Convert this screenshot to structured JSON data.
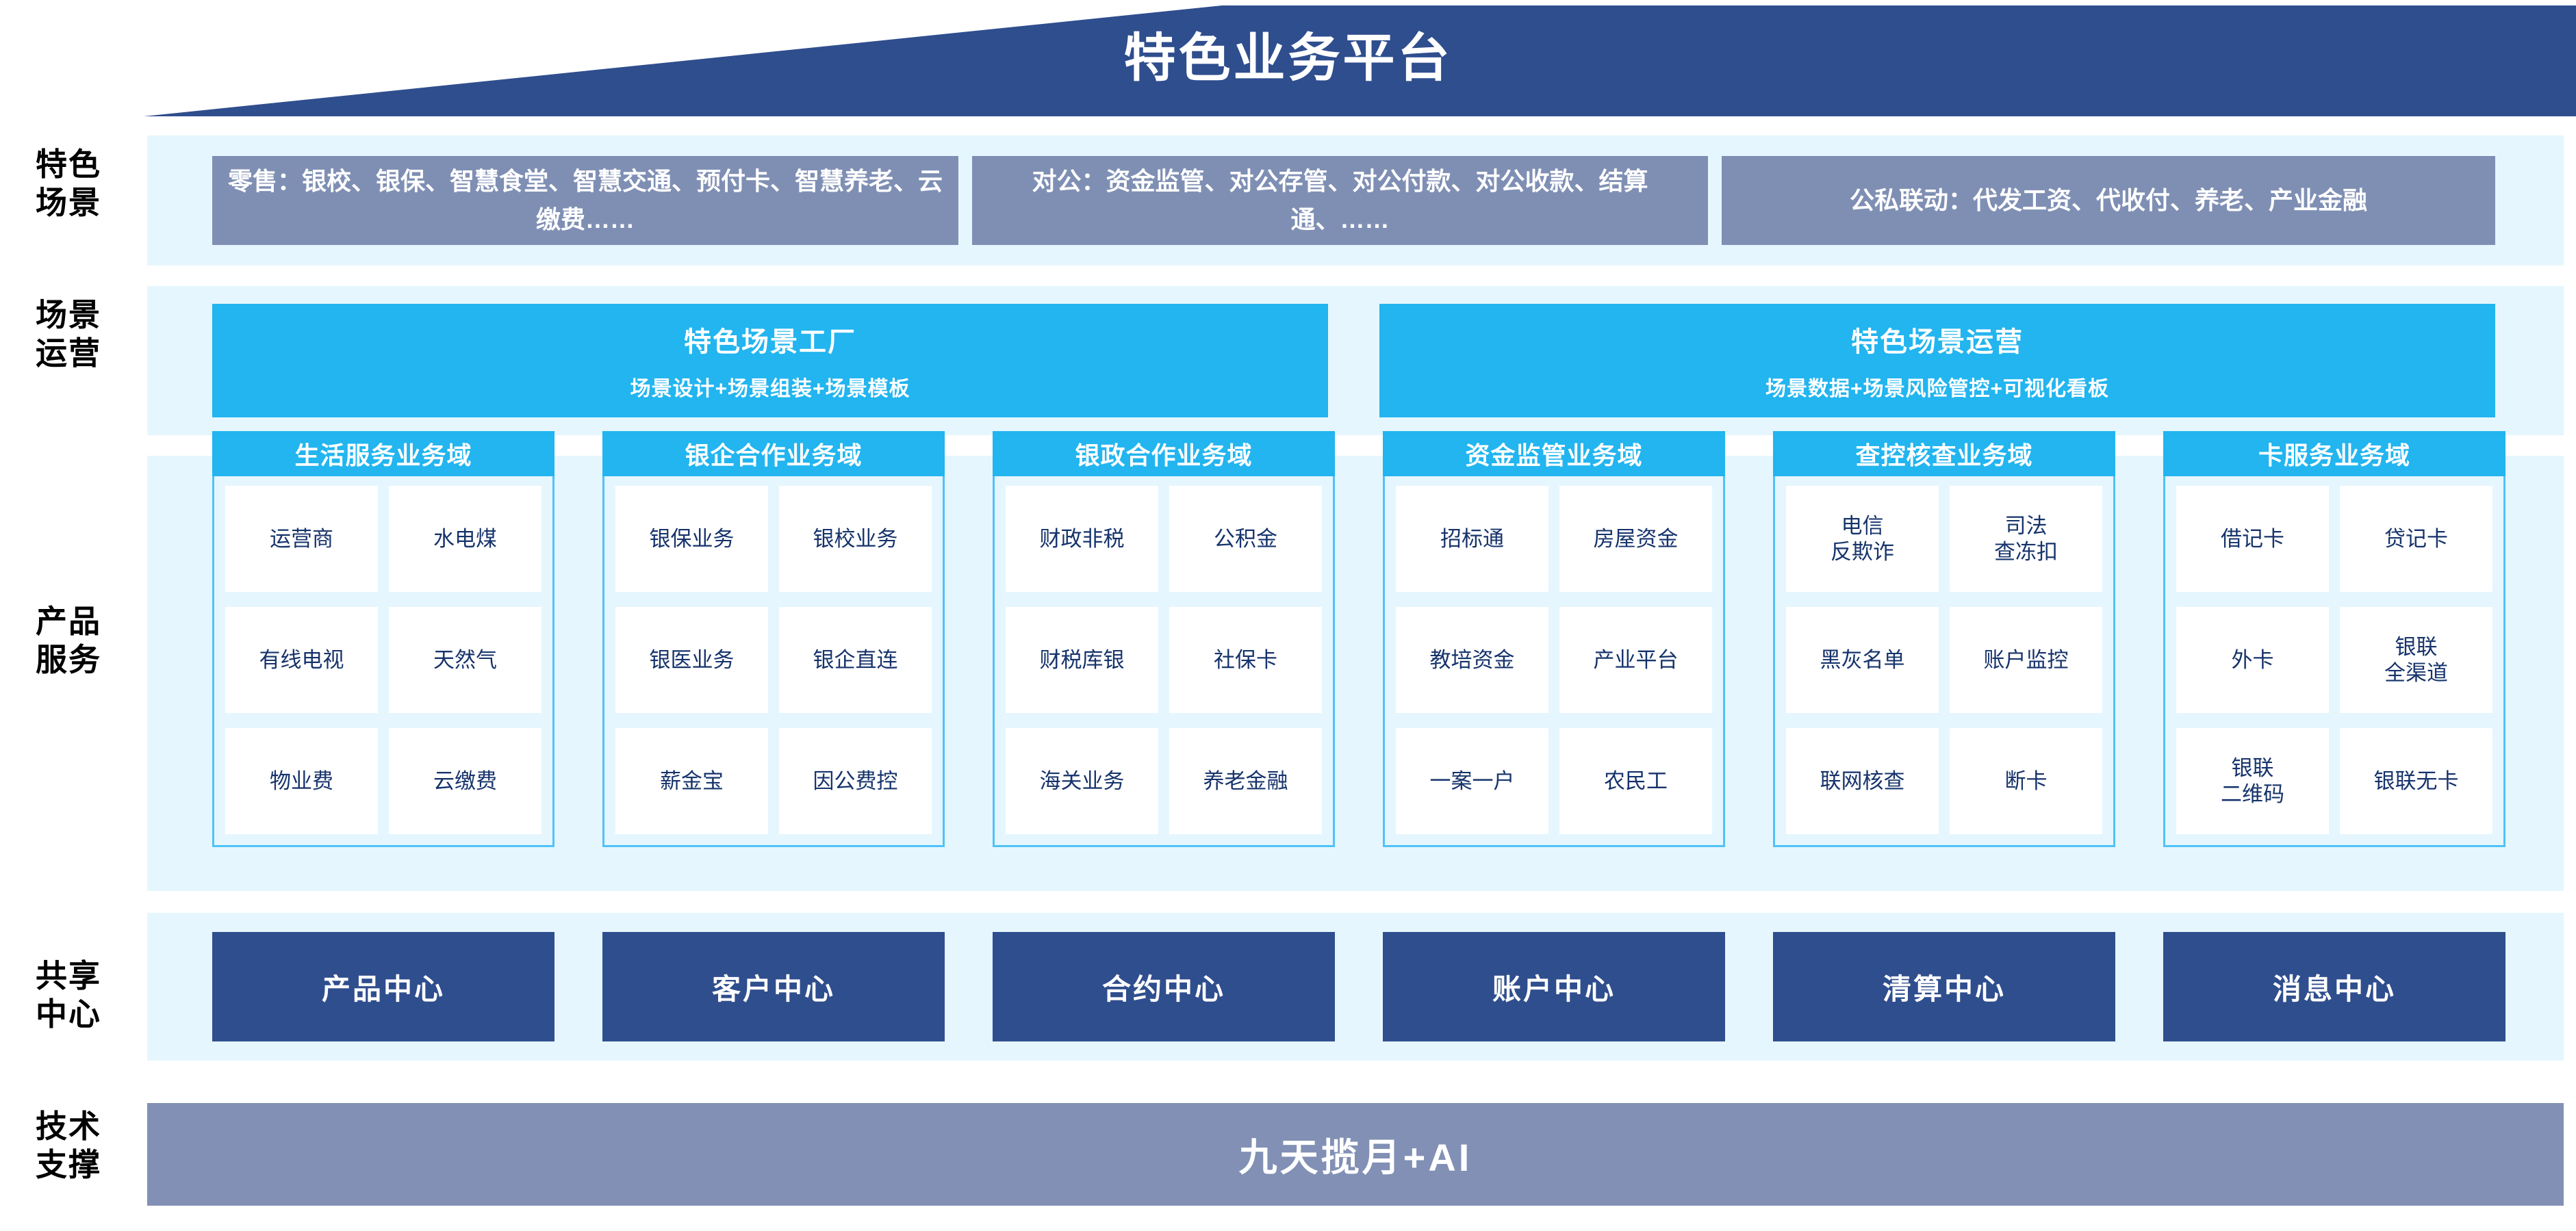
{
  "header": {
    "title": "特色业务平台"
  },
  "row_labels": [
    {
      "id": "scenario",
      "label": "特色\n场景"
    },
    {
      "id": "scene-operation",
      "label": "场景\n运营"
    },
    {
      "id": "product-service",
      "label": "产品\n服务"
    },
    {
      "id": "shared-center",
      "label": "共享\n中心"
    },
    {
      "id": "tech-support",
      "label": "技术\n支撑"
    }
  ],
  "scenario_row": {
    "boxes": [
      {
        "id": "retail",
        "text": "零售：银校、银保、智慧食堂、智慧交通、预付卡、智慧养老、云缴费……"
      },
      {
        "id": "corporate",
        "text": "对公：资金监管、对公存管、对公付款、对公收款、结算通、……"
      },
      {
        "id": "public-private",
        "text": "公私联动：代发工资、代收付、养老、产业金融"
      }
    ]
  },
  "operation_row": {
    "boxes": [
      {
        "id": "scene-factory",
        "title": "特色场景工厂",
        "subtitle": "场景设计+场景组装+场景模板"
      },
      {
        "id": "scene-operation",
        "title": "特色场景运营",
        "subtitle": "场景数据+场景风险管控+可视化看板"
      }
    ]
  },
  "product_service": {
    "domains": [
      {
        "id": "life-service",
        "title": "生活服务业务域",
        "items": [
          "运营商",
          "水电煤",
          "有线电视",
          "天然气",
          "物业费",
          "云缴费"
        ]
      },
      {
        "id": "bank-enterprise",
        "title": "银企合作业务域",
        "items": [
          "银保业务",
          "银校业务",
          "银医业务",
          "银企直连",
          "薪金宝",
          "因公费控"
        ]
      },
      {
        "id": "bank-government",
        "title": "银政合作业务域",
        "items": [
          "财政非税",
          "公积金",
          "财税库银",
          "社保卡",
          "海关业务",
          "养老金融"
        ]
      },
      {
        "id": "fund-supervision",
        "title": "资金监管业务域",
        "items": [
          "招标通",
          "房屋资金",
          "教培资金",
          "产业平台",
          "一案一户",
          "农民工"
        ]
      },
      {
        "id": "investigation-control",
        "title": "查控核查业务域",
        "items": [
          "电信\n反欺诈",
          "司法\n查冻扣",
          "黑灰名单",
          "账户监控",
          "联网核查",
          "断卡"
        ]
      },
      {
        "id": "card-service",
        "title": "卡服务业务域",
        "items": [
          "借记卡",
          "贷记卡",
          "外卡",
          "银联\n全渠道",
          "银联\n二维码",
          "银联无卡"
        ]
      }
    ]
  },
  "shared_center": {
    "boxes": [
      {
        "id": "product-center",
        "label": "产品中心"
      },
      {
        "id": "customer-center",
        "label": "客户中心"
      },
      {
        "id": "contract-center",
        "label": "合约中心"
      },
      {
        "id": "account-center",
        "label": "账户中心"
      },
      {
        "id": "clearing-center",
        "label": "清算中心"
      },
      {
        "id": "message-center",
        "label": "消息中心"
      }
    ]
  },
  "tech_support": {
    "label": "九天揽月+AI"
  },
  "colors": {
    "roof_navy": "#2f4e8e",
    "scenario_slate": "#7f8fb4",
    "cyan": "#22b5ef",
    "panel_bg": "#e6f6fe",
    "center_navy": "#2f4e8e",
    "tech_slate": "#8190b4",
    "item_text": "#16336b",
    "border_cyan": "#4fc3f7"
  }
}
